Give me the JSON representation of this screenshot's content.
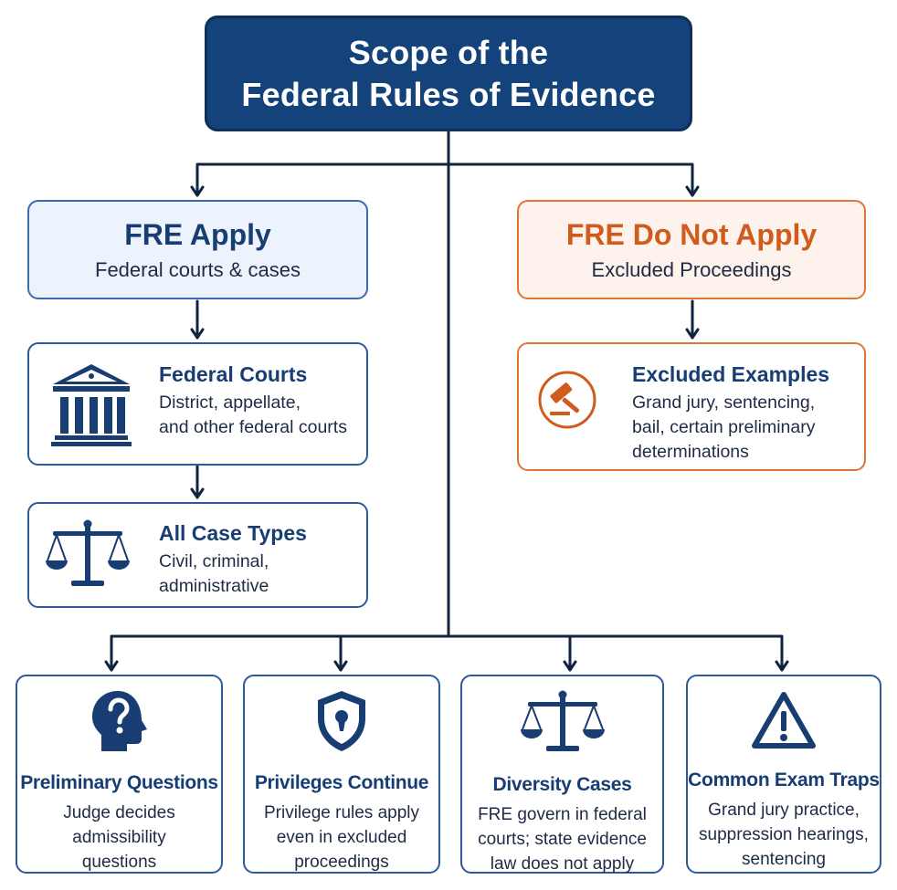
{
  "title": {
    "line1": "Scope of the",
    "line2": "Federal Rules of Evidence"
  },
  "apply": {
    "heading": "FRE Apply",
    "subheading": "Federal courts & cases",
    "federal_courts": {
      "title": "Federal Courts",
      "line1": "District, appellate,",
      "line2": "and other federal courts",
      "icon": "courthouse-icon"
    },
    "case_types": {
      "title": "All Case Types",
      "line1": "Civil, criminal,",
      "line2": "administrative",
      "icon": "scales-icon"
    }
  },
  "not_apply": {
    "heading": "FRE Do Not Apply",
    "subheading": "Excluded Proceedings",
    "examples": {
      "title": "Excluded Examples",
      "line1": "Grand jury, sentencing,",
      "line2": "bail, certain preliminary",
      "line3": "determinations",
      "icon": "gavel-icon"
    }
  },
  "bottom": [
    {
      "title": "Preliminary Questions",
      "line1": "Judge decides admissibility",
      "line2": "questions",
      "line3": "",
      "icon": "head-question-icon"
    },
    {
      "title": "Privileges Continue",
      "line1": "Privilege rules apply",
      "line2": "even in excluded",
      "line3": "proceedings",
      "icon": "shield-lock-icon"
    },
    {
      "title": "Diversity Cases",
      "line1": "FRE govern in federal",
      "line2": "courts; state evidence",
      "line3": "law does not apply",
      "icon": "scales-icon"
    },
    {
      "title": "Common Exam Traps",
      "line1": "Grand jury practice,",
      "line2": "suppression hearings,",
      "line3": "sentencing",
      "icon": "warning-icon"
    }
  ],
  "colors": {
    "navy": "#14427a",
    "blue_border": "#2c5999",
    "orange": "#df7636",
    "orange_text": "#cf5b1c",
    "light_blue_fill": "#ecf3fd",
    "light_orange_fill": "#fdf2ec"
  }
}
